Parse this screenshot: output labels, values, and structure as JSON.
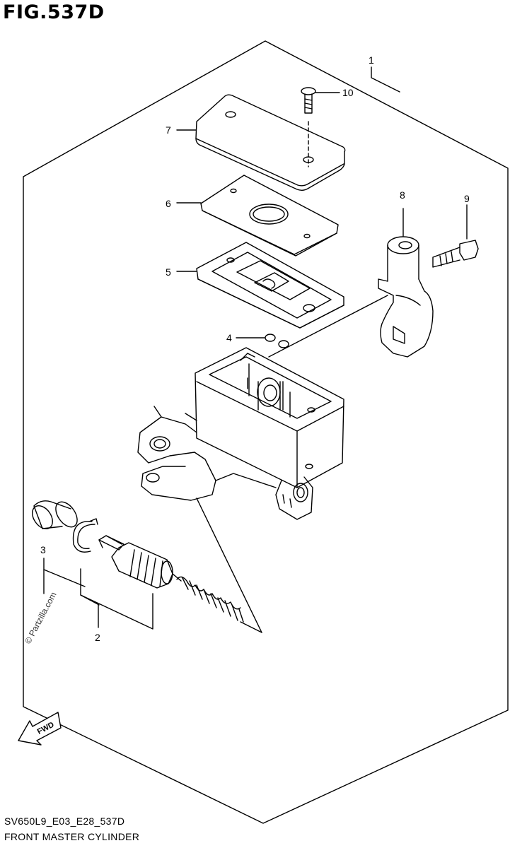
{
  "figure": {
    "title": "FIG.537D",
    "code": "SV650L9_E03_E28_537D",
    "name": "FRONT MASTER CYLINDER"
  },
  "watermark": "© Partzilla.com",
  "direction_label": "FWD",
  "callouts": [
    {
      "id": "1",
      "label": "1"
    },
    {
      "id": "2",
      "label": "2"
    },
    {
      "id": "3",
      "label": "3"
    },
    {
      "id": "4",
      "label": "4"
    },
    {
      "id": "5",
      "label": "5"
    },
    {
      "id": "6",
      "label": "6"
    },
    {
      "id": "7",
      "label": "7"
    },
    {
      "id": "8",
      "label": "8"
    },
    {
      "id": "9",
      "label": "9"
    },
    {
      "id": "10",
      "label": "10"
    }
  ],
  "colors": {
    "line": "#000000",
    "background": "#ffffff"
  }
}
